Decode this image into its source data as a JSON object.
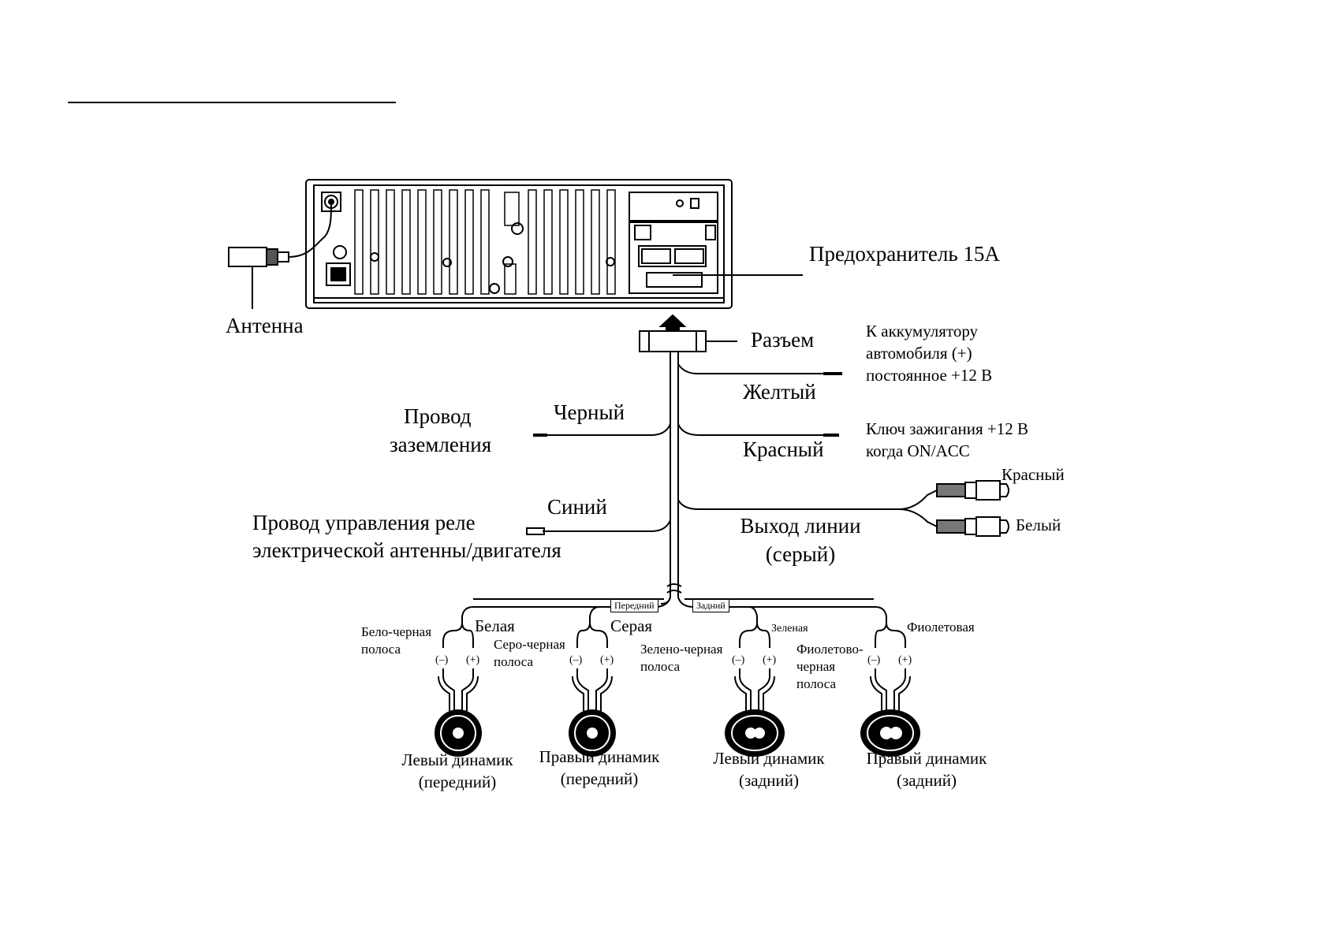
{
  "labels": {
    "antenna": "Антенна",
    "fuse": "Предохранитель 15А",
    "connector": "Разъем",
    "battery": [
      "К аккумулятору",
      "автомобиля (+)",
      "постоянное +12 В"
    ],
    "yellow": "Желтый",
    "ground_title": [
      "Провод",
      "заземления"
    ],
    "black": "Черный",
    "ignition": [
      "Ключ зажигания +12 В",
      "когда ON/ACC"
    ],
    "red": "Красный",
    "rca_red": "Красный",
    "rca_white": "Белый",
    "blue": "Синий",
    "relay": [
      "Провод управления реле",
      "электрической антенны/двигателя"
    ],
    "line_out": [
      "Выход линии",
      "(серый)"
    ],
    "front_tag": "Передний",
    "rear_tag": "Задний"
  },
  "speakers": [
    {
      "neg_wire": [
        "Бело-черная",
        "полоса"
      ],
      "pos_wire": "Белая",
      "neg": "(–)",
      "pos": "(+)",
      "name": [
        "Левый динамик",
        "(передний)"
      ]
    },
    {
      "neg_wire": [
        "Серо-черная",
        "полоса"
      ],
      "pos_wire": "Серая",
      "neg": "(–)",
      "pos": "(+)",
      "name": [
        "Правый динамик",
        "(передний)"
      ]
    },
    {
      "neg_wire": [
        "Зелено-черная",
        "полоса"
      ],
      "pos_wire": "Зеленая",
      "neg": "(–)",
      "pos": "(+)",
      "name": [
        "Левый динамик",
        "(задний)"
      ]
    },
    {
      "neg_wire": [
        "Фиолетово-",
        "черная",
        "полоса"
      ],
      "pos_wire": "Фиолетовая",
      "neg": "(–)",
      "pos": "(+)",
      "name": [
        "Правый динамик",
        "(задний)"
      ]
    }
  ]
}
